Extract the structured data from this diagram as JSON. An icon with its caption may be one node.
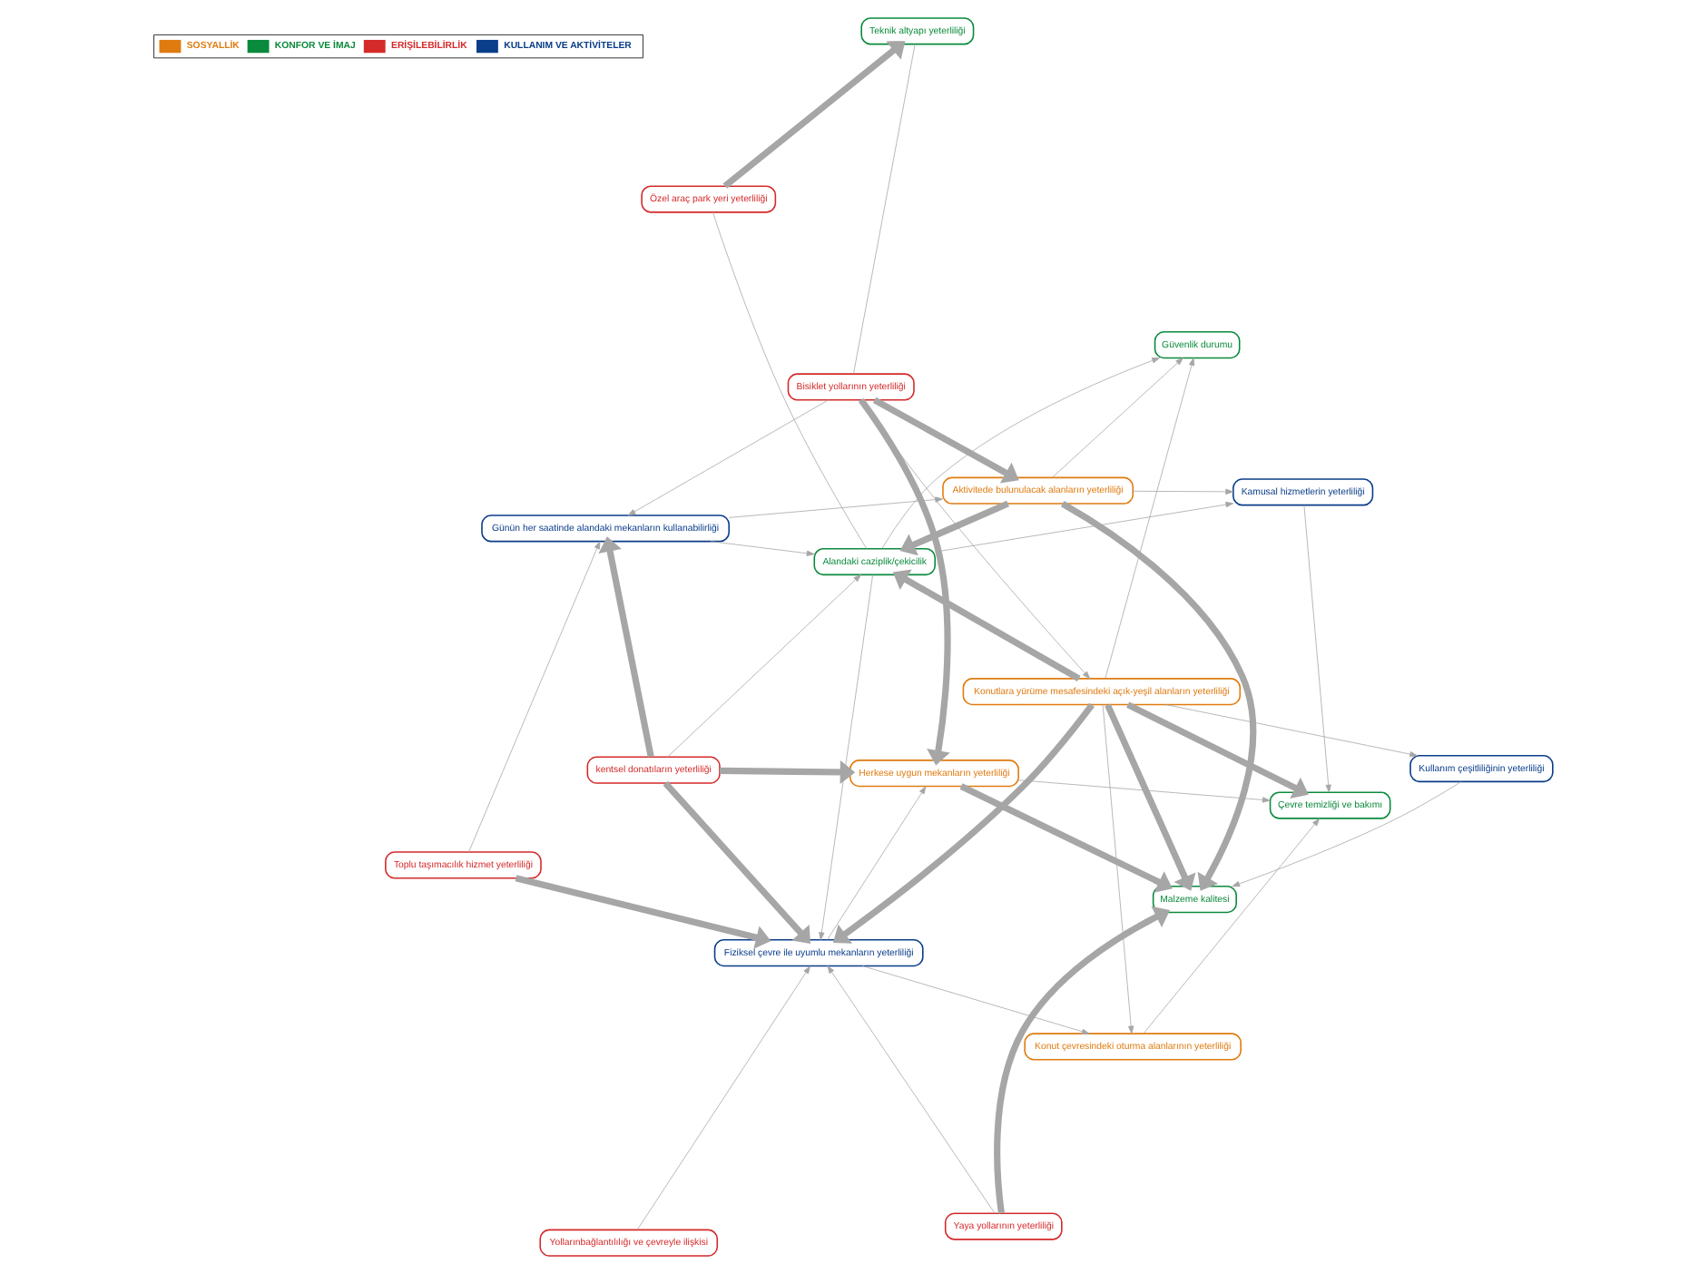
{
  "diagram": {
    "nodes": [
      {
        "text": [
          "Yaya yollarının yeterliliği"
        ]
      },
      {
        "text": [
          "Yollarınbağlantılılığı ve çevreyle ilişkisi"
        ]
      },
      {
        "text": [
          "Fiziksel çevre ile uyumlu mekanların yeterliliği"
        ]
      },
      {
        "text": [
          "Malzeme kalitesi"
        ]
      },
      {
        "text": [
          "Konut çevresindeki oturma alanlarının yeterliliği"
        ]
      },
      {
        "text": [
          "kentsel donatıların yeterliliği"
        ]
      },
      {
        "text": [
          "Toplu taşımacılık hizmet yeterliliği"
        ]
      },
      {
        "text": [
          "Kullanım çeşitliliğinin yeterliliği"
        ]
      },
      {
        "text": [
          "Herkese uygun mekanların yeterliliği"
        ]
      },
      {
        "text": [
          "Çevre temizliği ve bakımı"
        ]
      },
      {
        "text": [
          "Konutlara yürüme mesafesindeki açık-yeşil alanların yeterliliği"
        ]
      },
      {
        "text": [
          "Alandaki caziplik/çekicilik"
        ]
      },
      {
        "text": [
          "Günün her saatinde alandaki mekanların kullanabilirliği"
        ]
      },
      {
        "text": [
          "Aktivitede bulunulacak alanların yeterliliği"
        ]
      },
      {
        "text": [
          "Teknik altyapı yeterliliği"
        ]
      },
      {
        "text": [
          "Güvenlik durumu"
        ]
      },
      {
        "text": [
          "Kamusal hizmetlerin yeterliliği"
        ]
      },
      {
        "text": [
          "Bisiklet yollarının yeterliliği"
        ]
      },
      {
        "text": [
          "Özel araç park yeri yeterliliği"
        ]
      }
    ],
    "edges": [
      {
        "from": 0,
        "to": 3,
        "arrow": "to",
        "style": "thick"
      },
      {
        "from": 0,
        "to": 2,
        "arrow": "to"
      },
      {
        "from": 1,
        "to": 2,
        "arrow": "to"
      },
      {
        "from": 2,
        "to": 4,
        "arrow": "to"
      },
      {
        "from": 5,
        "to": 2,
        "arrow": "to",
        "style": "thick"
      },
      {
        "from": 6,
        "to": 2,
        "arrow": "to",
        "style": "thick"
      },
      {
        "from": 10,
        "to": 2,
        "arrow": "to",
        "style": "thick"
      },
      {
        "from": 2,
        "to": 8,
        "arrow": "to"
      },
      {
        "from": 5,
        "to": 8,
        "arrow": "to",
        "style": "thick"
      },
      {
        "from": 5,
        "to": 12,
        "arrow": "to",
        "style": "thick"
      },
      {
        "from": 5,
        "to": 11,
        "arrow": "to"
      },
      {
        "from": 8,
        "to": 3,
        "arrow": "to",
        "style": "thick"
      },
      {
        "from": 10,
        "to": 3,
        "arrow": "to",
        "style": "thick"
      },
      {
        "from": 13,
        "to": 3,
        "arrow": "to",
        "style": "thick"
      },
      {
        "from": 7,
        "to": 3,
        "arrow": "to"
      },
      {
        "from": 10,
        "to": 7,
        "arrow": "to"
      },
      {
        "from": 10,
        "to": 4,
        "arrow": "to"
      },
      {
        "from": 4,
        "to": 9,
        "arrow": "to"
      },
      {
        "from": 10,
        "to": 9,
        "arrow": "to",
        "style": "thick"
      },
      {
        "from": 8,
        "to": 9,
        "arrow": "to"
      },
      {
        "from": 6,
        "to": 12,
        "arrow": "to"
      },
      {
        "from": 10,
        "to": 11,
        "arrow": "to",
        "style": "thick"
      },
      {
        "from": 12,
        "to": 11,
        "arrow": "to"
      },
      {
        "from": 13,
        "to": 11,
        "arrow": "to",
        "style": "thick"
      },
      {
        "from": 11,
        "to": 2,
        "arrow": "to"
      },
      {
        "from": 11,
        "to": 16,
        "arrow": "to"
      },
      {
        "from": 11,
        "to": 15,
        "arrow": "to"
      },
      {
        "from": 11,
        "to": 18,
        "arrow": "none"
      },
      {
        "from": 17,
        "to": 8,
        "arrow": "to",
        "style": "thick"
      },
      {
        "from": 17,
        "to": 13,
        "arrow": "to",
        "style": "thick"
      },
      {
        "from": 17,
        "to": 10,
        "arrow": "to"
      },
      {
        "from": 17,
        "to": 12,
        "arrow": "to"
      },
      {
        "from": 17,
        "to": 14,
        "arrow": "none"
      },
      {
        "from": 18,
        "to": 14,
        "arrow": "to",
        "style": "thick"
      },
      {
        "from": 12,
        "to": 13,
        "arrow": "to"
      },
      {
        "from": 13,
        "to": 16,
        "arrow": "to"
      },
      {
        "from": 13,
        "to": 15,
        "arrow": "to"
      },
      {
        "from": 16,
        "to": 9,
        "arrow": "to"
      },
      {
        "from": 10,
        "to": 15,
        "arrow": "to"
      }
    ],
    "legend": [
      {
        "text": "SOSYALLİK",
        "color": "#e07b10"
      },
      {
        "text": "KONFOR VE İMAJ",
        "color": "#0a8a3c"
      },
      {
        "text": "ERİŞİLEBİLİRLİK",
        "color": "#d42a2a"
      },
      {
        "text": "KULLANIM VE AKTİVİTELER",
        "color": "#0a3d8a"
      }
    ]
  }
}
